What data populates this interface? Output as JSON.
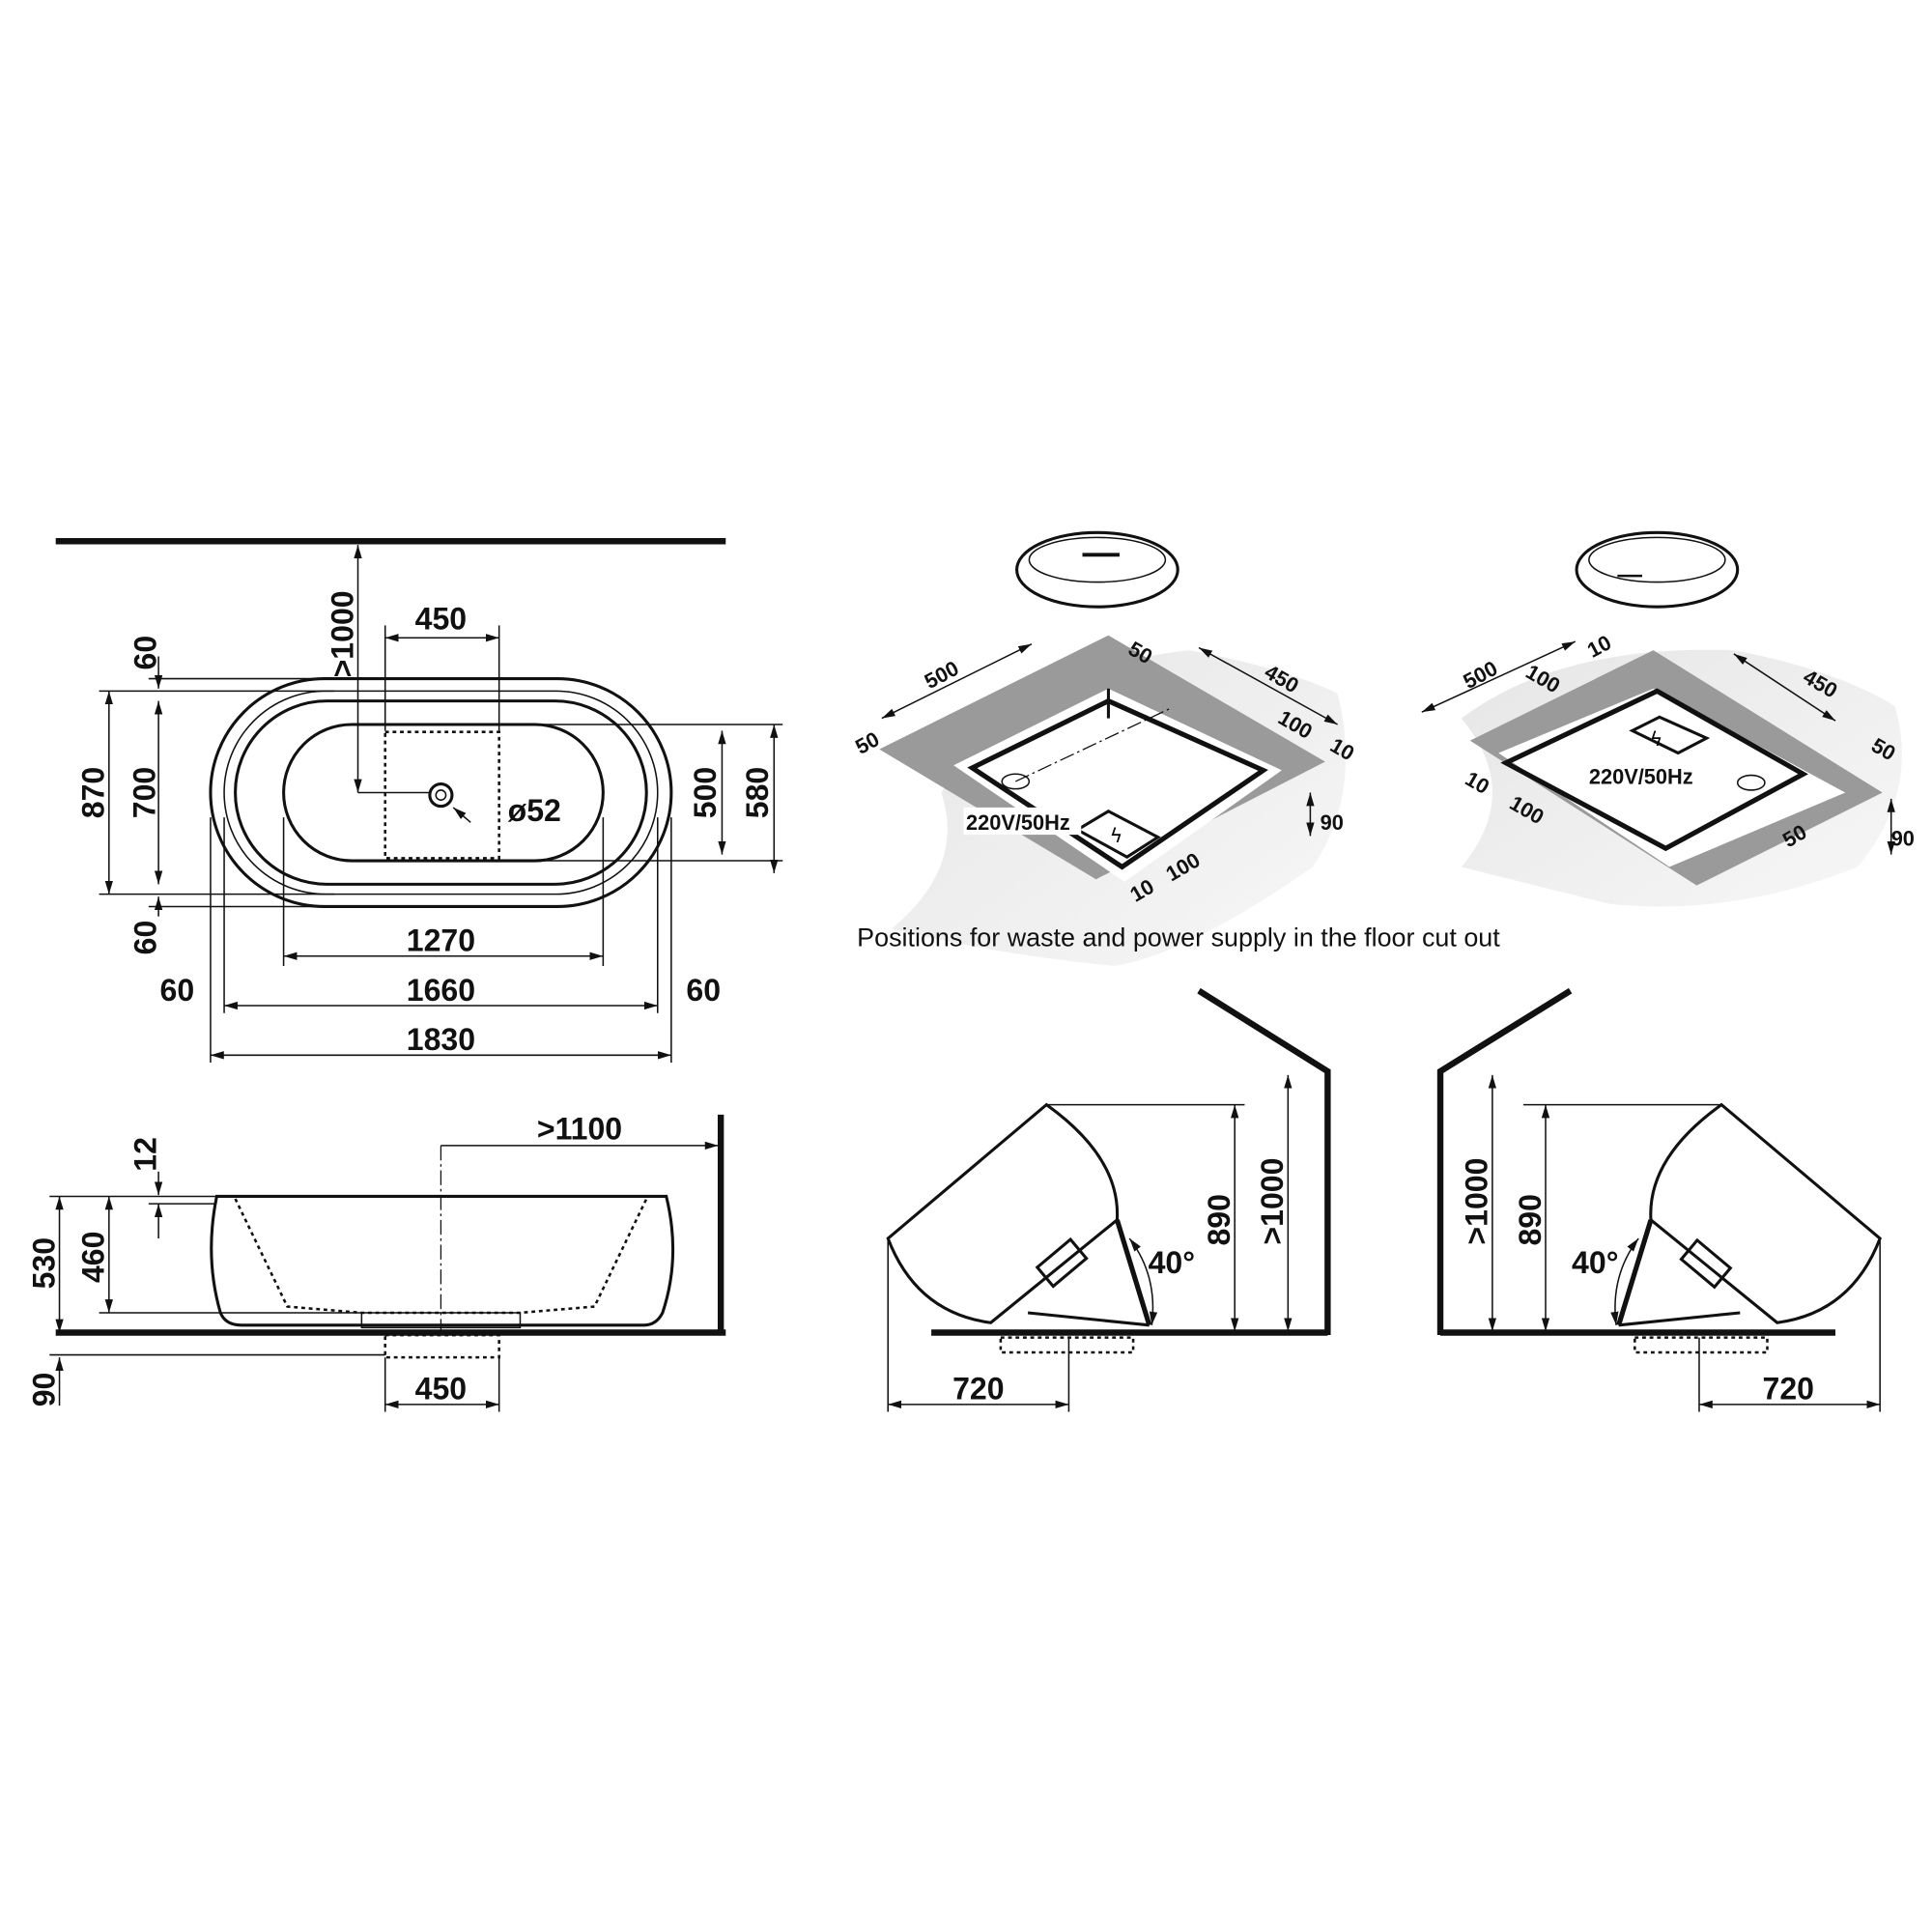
{
  "top_view": {
    "wall_clearance": ">1000",
    "waste_area_width": "450",
    "rim_top": "60",
    "overall_width": "870",
    "inner_width": "700",
    "rim_bottom": "60",
    "basin_width": "500",
    "outer_basin_width": "580",
    "drain_diameter": "ø52",
    "basin_length": "1270",
    "rim_left": "60",
    "inner_length": "1660",
    "rim_right": "60",
    "overall_length": "1830"
  },
  "side_view": {
    "wall_clearance": ">1100",
    "rim_thickness": "12",
    "overall_height": "530",
    "inner_depth": "460",
    "floor_cutout_depth": "90",
    "floor_cutout_width": "450"
  },
  "floor_cutout_left": {
    "length": "500",
    "offset_top": "50",
    "width": "450",
    "offset_left": "50",
    "power_offset": "100",
    "power_margin": "10",
    "depth": "90",
    "power_label": "220V/50Hz",
    "power_front": "100",
    "power_front_margin": "10"
  },
  "floor_cutout_right": {
    "length": "500",
    "power_margin_top": "10",
    "power_offset_top": "100",
    "width": "450",
    "offset_right": "50",
    "power_label": "220V/50Hz",
    "power_margin_left": "10",
    "power_offset_left": "100",
    "waste_offset": "50",
    "depth": "90"
  },
  "caption": "Positions for waste and power supply in the floor cut out",
  "tilt_left": {
    "height": "890",
    "wall_clearance": ">1000",
    "angle": "40°",
    "depth": "720"
  },
  "tilt_right": {
    "height": "890",
    "wall_clearance": ">1000",
    "angle": "40°",
    "depth": "720"
  }
}
